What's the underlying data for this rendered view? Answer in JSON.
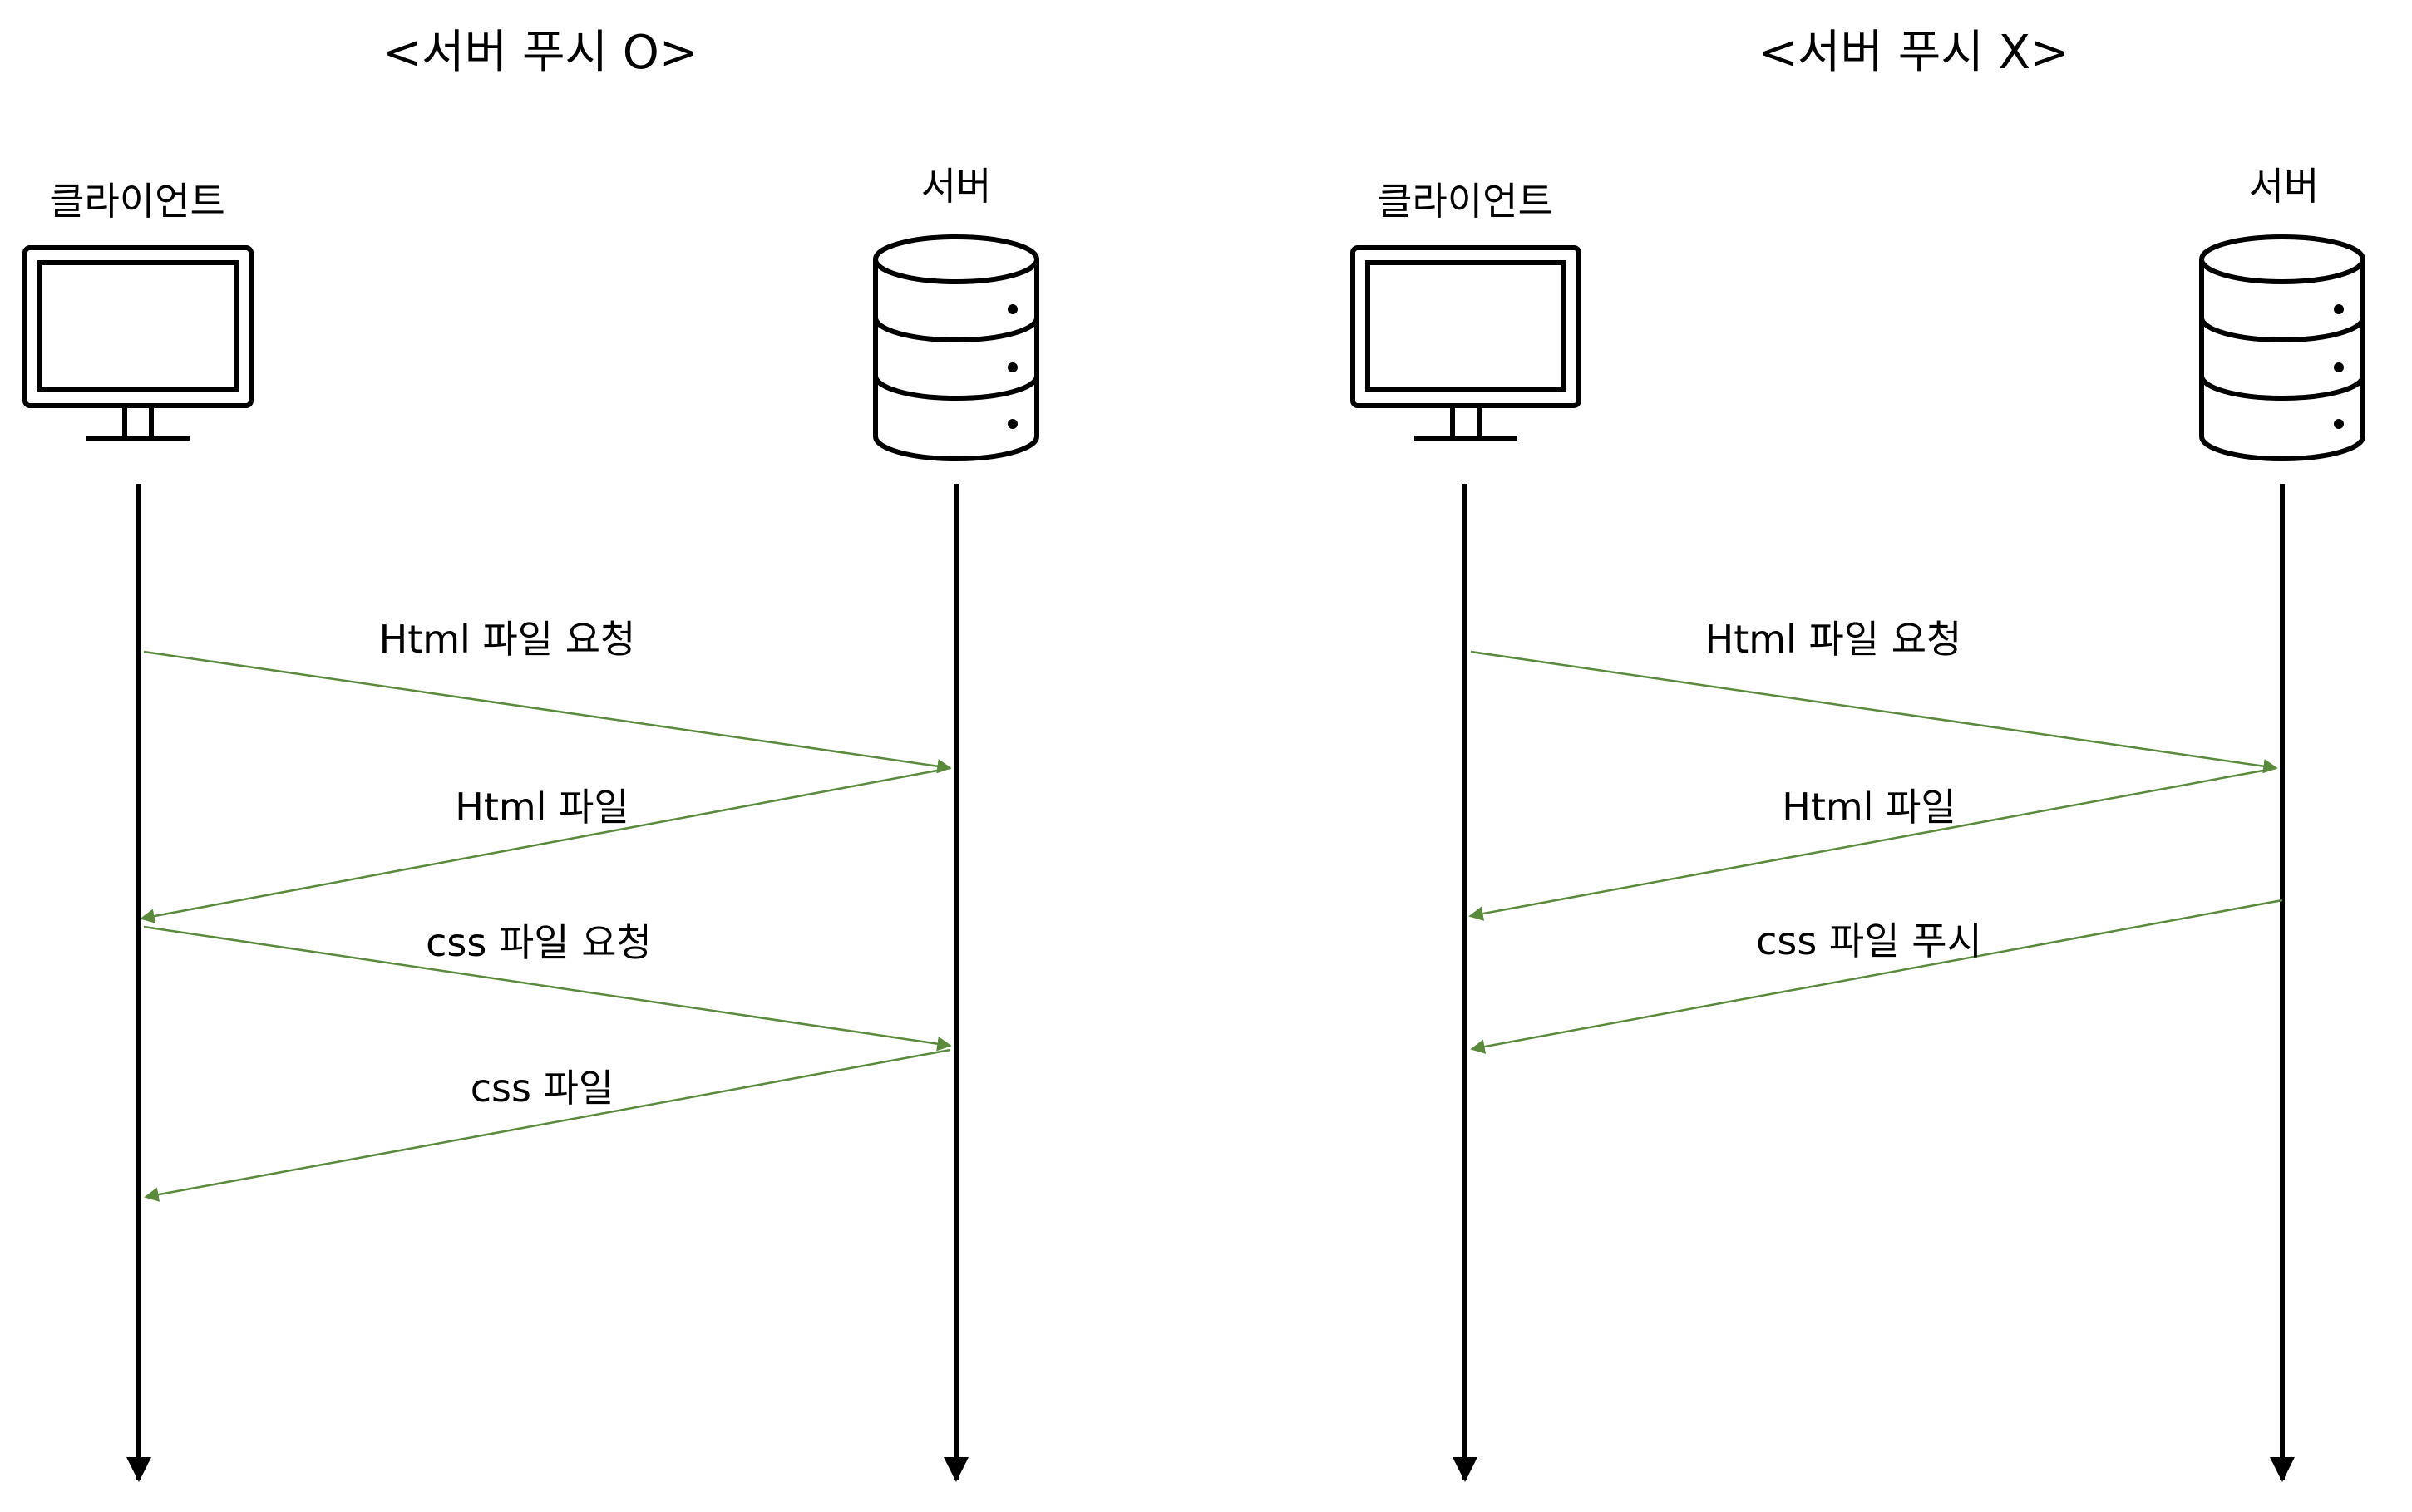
{
  "panels": [
    {
      "id": "with-push",
      "title": "<서버 푸시 O>",
      "client_label": "클라이언트",
      "server_label": "서버",
      "messages": [
        {
          "label": "Html 파일 요청",
          "direction": "client-to-server"
        },
        {
          "label": "Html 파일",
          "direction": "server-to-client"
        },
        {
          "label": "css 파일 요청",
          "direction": "client-to-server"
        },
        {
          "label": "css 파일",
          "direction": "server-to-client"
        }
      ]
    },
    {
      "id": "without-push",
      "title": "<서버 푸시 X>",
      "client_label": "클라이언트",
      "server_label": "서버",
      "messages": [
        {
          "label": "Html 파일 요청",
          "direction": "client-to-server"
        },
        {
          "label": "Html 파일",
          "direction": "server-to-client"
        },
        {
          "label": "css 파일 푸시",
          "direction": "server-to-client"
        }
      ]
    }
  ],
  "colors": {
    "message_arrow": "#5a8a3c",
    "lifeline": "#000000",
    "background": "#ffffff"
  },
  "icons": {
    "client": "monitor-icon",
    "server": "database-icon"
  }
}
